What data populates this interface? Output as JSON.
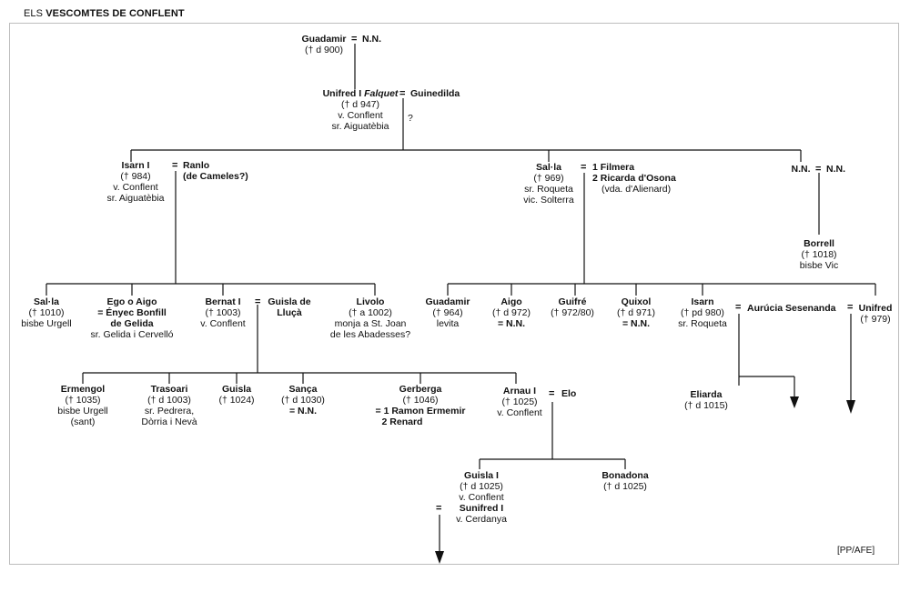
{
  "heading": {
    "prefix": "ELS ",
    "bold": "VESCOMTES DE CONFLENT"
  },
  "credit": "[PP/AFE]",
  "eq": "=",
  "question": "?",
  "gen1": {
    "guadamir": {
      "name": "Guadamir",
      "dates": "(† d 900)"
    },
    "spouse": "N.N."
  },
  "gen2": {
    "unifred": {
      "name": "Unifred I ",
      "epithet": "Falquet",
      "dates": "(† d 947)",
      "title1": "v. Conflent",
      "title2": "sr. Aiguatèbia"
    },
    "spouse": "Guinedilda"
  },
  "gen3": {
    "isarn": {
      "name": "Isarn I",
      "dates": "(† 984)",
      "title1": "v. Conflent",
      "title2": "sr. Aiguatèbia"
    },
    "isarn_spouse": {
      "name": "Ranlo",
      "note": "(de Cameles?)"
    },
    "salla": {
      "name": "Sal·la",
      "dates": "(† 969)",
      "title1": "sr. Roqueta",
      "title2": "vic. Solterra"
    },
    "salla_spouses": {
      "s1": "1 Filmera",
      "s2": "2 Ricarda d'Osona",
      "note": "(vda. d'Alienard)"
    },
    "nn1": "N.N.",
    "nn2": "N.N.",
    "borrell": {
      "name": "Borrell",
      "dates": "(† 1018)",
      "title": "bisbe Vic"
    }
  },
  "gen4": {
    "salla": {
      "name": "Sal·la",
      "dates": "(† 1010)",
      "title": "bisbe Urgell"
    },
    "ego": {
      "name": "Ego o Aigo",
      "spouse1": "= Ényec Bonfill",
      "spouse2": "de Gelida",
      "title": "sr. Gelida i Cervelló"
    },
    "bernat": {
      "name": "Bernat I",
      "dates": "(† 1003)",
      "title": "v. Conflent"
    },
    "bernat_spouse": {
      "name1": "Guisla de",
      "name2": "Lluçà"
    },
    "livolo": {
      "name": "Livolo",
      "dates": "(† a 1002)",
      "note1": "monja a St. Joan",
      "note2": "de les Abadesses?"
    },
    "guadamir": {
      "name": "Guadamir",
      "dates": "(† 964)",
      "title": "levita"
    },
    "aigo": {
      "name": "Aigo",
      "dates": "(† d 972)",
      "spouse": "= N.N."
    },
    "guifre": {
      "name": "Guifré",
      "dates": "(† 972/80)"
    },
    "quixol": {
      "name": "Quixol",
      "dates": "(† d 971)",
      "spouse": "= N.N."
    },
    "isarn": {
      "name": "Isarn",
      "dates": "(† pd 980)",
      "title": "sr. Roqueta"
    },
    "isarn_spouse": "Aurúcia Sesenanda",
    "unifred": {
      "name": "Unifred",
      "dates": "(† 979)"
    }
  },
  "gen5": {
    "ermengol": {
      "name": "Ermengol",
      "dates": "(† 1035)",
      "title": "bisbe Urgell",
      "note": "(sant)"
    },
    "trasoari": {
      "name": "Trasoari",
      "dates": "(† d 1003)",
      "title1": "sr. Pedrera,",
      "title2": "Dòrria i Nevà"
    },
    "guisla": {
      "name": "Guisla",
      "dates": "(† 1024)"
    },
    "sanca": {
      "name": "Sança",
      "dates": "(† d 1030)",
      "spouse": "= N.N."
    },
    "gerberga": {
      "name": "Gerberga",
      "dates": "(† 1046)",
      "spouse1": "= 1 Ramon Ermemir",
      "spouse2": "2 Renard"
    },
    "arnau": {
      "name": "Arnau I",
      "dates": "(† 1025)",
      "title": "v. Conflent"
    },
    "arnau_spouse": "Elo",
    "eliarda": {
      "name": "Eliarda",
      "dates": "(† d 1015)"
    }
  },
  "gen6": {
    "guisla": {
      "name": "Guisla I",
      "dates": "(† d 1025)",
      "title": "v. Conflent",
      "spouse": "Sunifred I",
      "spouse_title": "v. Cerdanya"
    },
    "bonadona": {
      "name": "Bonadona",
      "dates": "(† d 1025)"
    }
  }
}
